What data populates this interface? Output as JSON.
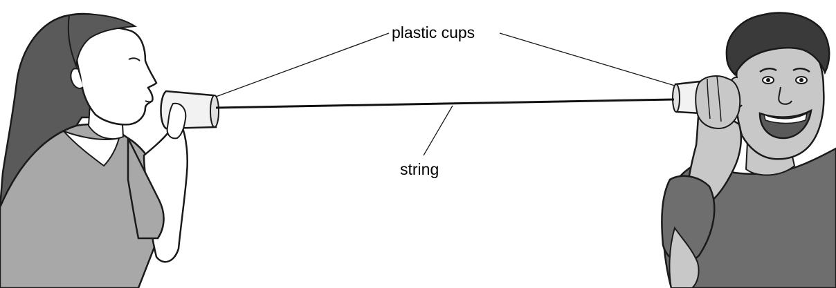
{
  "labels": {
    "cups": "plastic cups",
    "string": "string"
  },
  "colors": {
    "background": "#ffffff",
    "outline": "#1a1a1a",
    "hair_girl": "#5a5a5a",
    "hair_boy": "#3a3a3a",
    "skin": "#ffffff",
    "skin_boy": "#c8c8c8",
    "shirt_girl": "#a8a8a8",
    "shirt_boy": "#6e6e6e",
    "cup": "#f2f2f2",
    "string": "#111111"
  },
  "icons": {
    "girl": "girl-figure",
    "boy": "boy-figure",
    "cup_left": "cup-icon",
    "cup_right": "cup-icon"
  }
}
